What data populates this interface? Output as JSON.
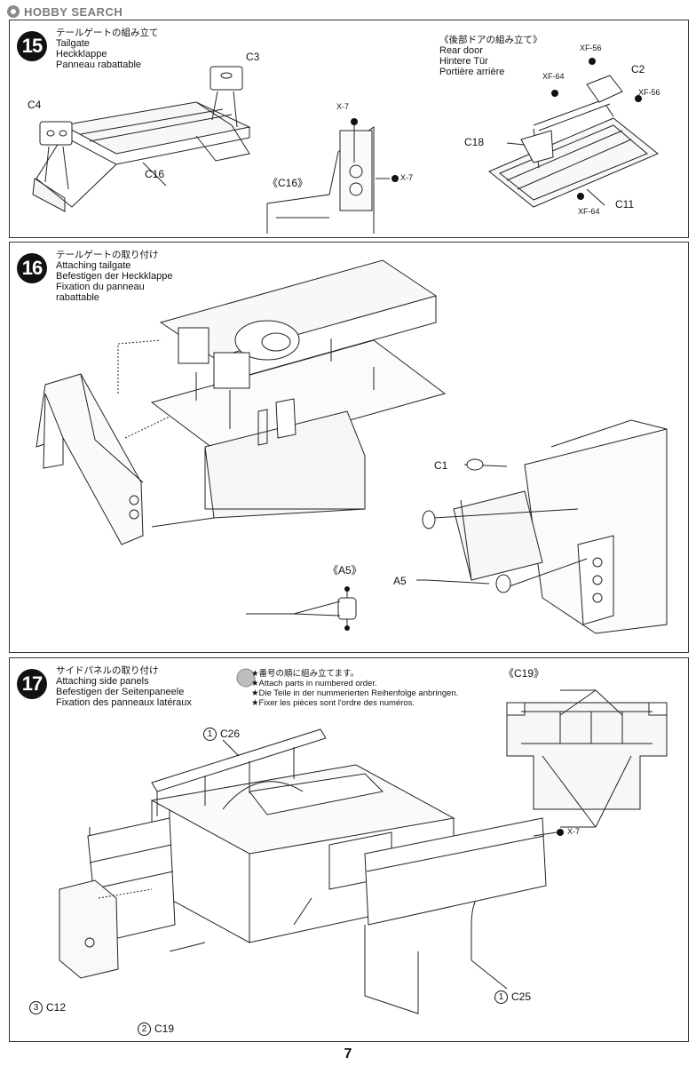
{
  "watermark": {
    "text": "HOBBY SEARCH"
  },
  "page_number": "7",
  "step15": {
    "number": "15",
    "title": {
      "jp": "テールゲートの組み立て",
      "en": "Tailgate",
      "de": "Heckklappe",
      "fr": "Panneau rabattable"
    },
    "parts": {
      "c3": "C3",
      "c4": "C4",
      "c16": "C16"
    },
    "inset_label": "《C16》",
    "paint_x7_a": "X-7",
    "paint_x7_b": "X-7",
    "door": {
      "title": {
        "jp": "《後部ドアの組み立て》",
        "en": "Rear door",
        "de": "Hintere Tür",
        "fr": "Portière arrière"
      },
      "xf56_a": "XF-56",
      "xf56_b": "XF-56",
      "xf64_a": "XF-64",
      "xf64_b": "XF-64",
      "c2": "C2",
      "c18": "C18",
      "c11": "C11"
    }
  },
  "step16": {
    "number": "16",
    "title": {
      "jp": "テールゲートの取り付け",
      "en": "Attaching tailgate",
      "de": "Befestigen der Heckklappe",
      "fr1": "Fixation du panneau",
      "fr2": "rabattable"
    },
    "parts": {
      "c1": "C1",
      "a5": "A5"
    },
    "inset_label": "《A5》"
  },
  "step17": {
    "number": "17",
    "title": {
      "jp": "サイドパネルの取り付け",
      "en": "Attaching side panels",
      "de": "Befestigen der Seitenpaneele",
      "fr": "Fixation des panneaux latéraux"
    },
    "sequence_note": [
      "番号の順に組み立てます。",
      "Attach parts in numbered order.",
      "Die Teile in der nummerierten Reihenfolge anbringen.",
      "Fixer les pièces sont l'ordre des numéros."
    ],
    "sequence_star": "★",
    "inset_label": "《C19》",
    "paint_x7": "X-7",
    "parts": [
      {
        "order": "1",
        "name": "C26"
      },
      {
        "order": "1",
        "name": "C25"
      },
      {
        "order": "2",
        "name": "C19"
      },
      {
        "order": "3",
        "name": "C12"
      }
    ]
  }
}
